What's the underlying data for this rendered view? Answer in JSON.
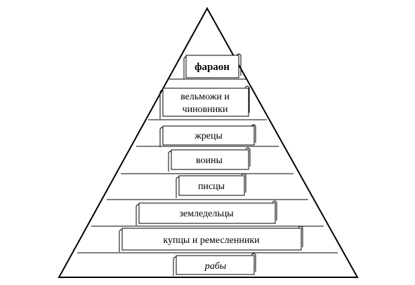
{
  "diagram": {
    "levels": [
      {
        "label": "фараон",
        "style": "bold"
      },
      {
        "label": "вельможи и",
        "label2": "чиновники",
        "style": "normal"
      },
      {
        "label": "жрецы",
        "style": "normal"
      },
      {
        "label": "воины",
        "style": "normal"
      },
      {
        "label": "писцы",
        "style": "normal"
      },
      {
        "label": "земледельцы",
        "style": "normal"
      },
      {
        "label": "купцы и ремесленники",
        "style": "normal"
      },
      {
        "label": "рабы",
        "style": "italic"
      }
    ]
  }
}
